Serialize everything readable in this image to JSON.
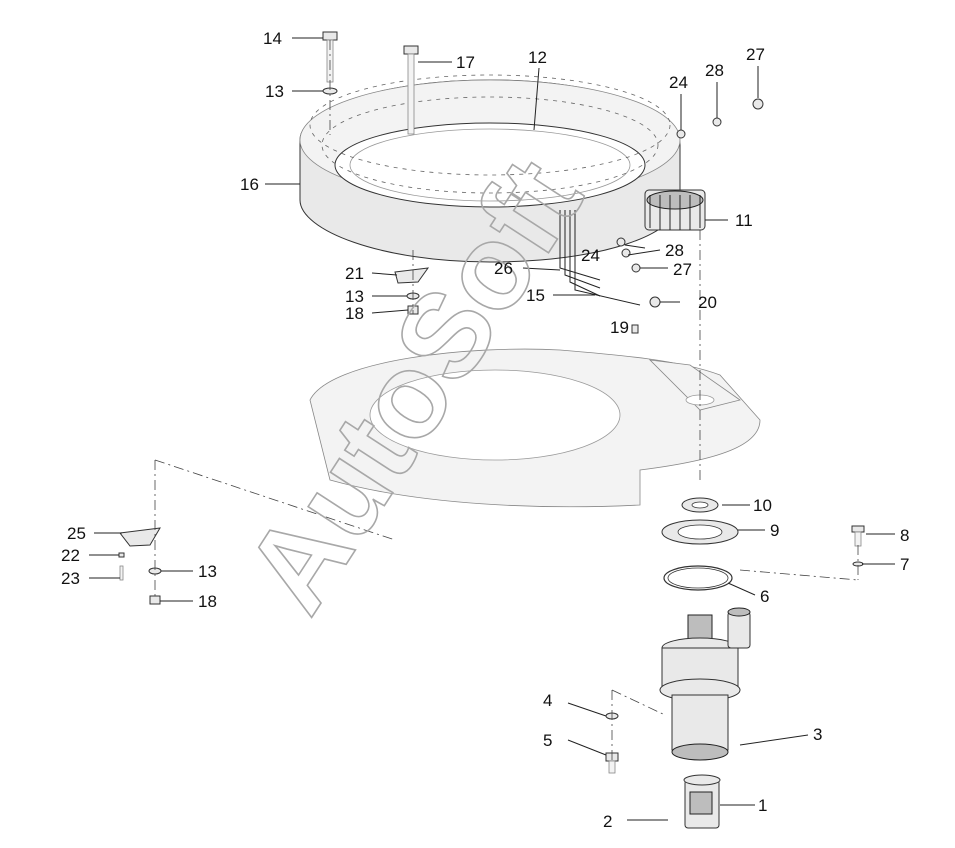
{
  "diagram": {
    "watermark": "AutoSoft",
    "callouts": [
      {
        "id": "c1",
        "label": "1"
      },
      {
        "id": "c2",
        "label": "2"
      },
      {
        "id": "c3",
        "label": "3"
      },
      {
        "id": "c4",
        "label": "4"
      },
      {
        "id": "c5",
        "label": "5"
      },
      {
        "id": "c6",
        "label": "6"
      },
      {
        "id": "c7",
        "label": "7"
      },
      {
        "id": "c8",
        "label": "8"
      },
      {
        "id": "c9",
        "label": "9"
      },
      {
        "id": "c10",
        "label": "10"
      },
      {
        "id": "c11",
        "label": "11"
      },
      {
        "id": "c12",
        "label": "12"
      },
      {
        "id": "c13a",
        "label": "13"
      },
      {
        "id": "c13b",
        "label": "13"
      },
      {
        "id": "c13c",
        "label": "13"
      },
      {
        "id": "c14",
        "label": "14"
      },
      {
        "id": "c15",
        "label": "15"
      },
      {
        "id": "c16",
        "label": "16"
      },
      {
        "id": "c17",
        "label": "17"
      },
      {
        "id": "c18a",
        "label": "18"
      },
      {
        "id": "c18b",
        "label": "18"
      },
      {
        "id": "c19",
        "label": "19"
      },
      {
        "id": "c20",
        "label": "20"
      },
      {
        "id": "c21",
        "label": "21"
      },
      {
        "id": "c22",
        "label": "22"
      },
      {
        "id": "c23",
        "label": "23"
      },
      {
        "id": "c24a",
        "label": "24"
      },
      {
        "id": "c24b",
        "label": "24"
      },
      {
        "id": "c25",
        "label": "25"
      },
      {
        "id": "c26",
        "label": "26"
      },
      {
        "id": "c27a",
        "label": "27"
      },
      {
        "id": "c27b",
        "label": "27"
      },
      {
        "id": "c28a",
        "label": "28"
      },
      {
        "id": "c28b",
        "label": "28"
      }
    ]
  }
}
